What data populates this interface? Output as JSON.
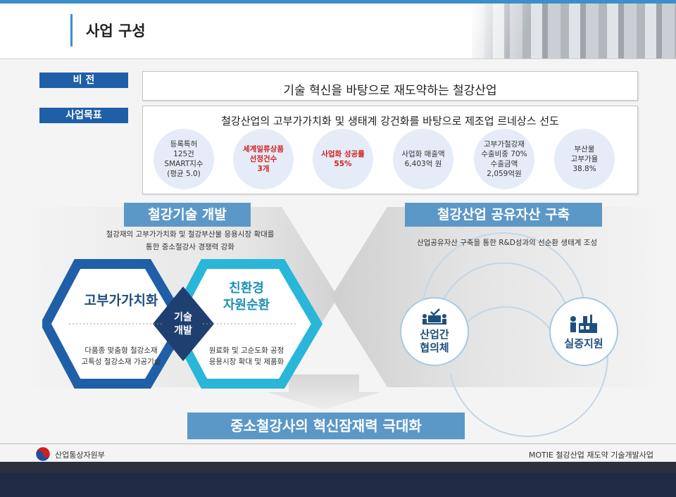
{
  "header": {
    "title": "사업 구성"
  },
  "vision": {
    "label": "비 전",
    "text": "기술 혁신을 바탕으로 재도약하는 철강산업"
  },
  "goal": {
    "label": "사업목표",
    "text": "철강산업의 고부가가치화 및 생태계 강건화를 바탕으로 제조업 르네상스 선도",
    "circles": [
      {
        "lines": [
          "등록특허",
          "125건",
          "SMART지수",
          "(평균 5.0)"
        ],
        "highlight": false
      },
      {
        "lines": [
          "세계일류상품",
          "선정건수",
          "3개"
        ],
        "highlight": true
      },
      {
        "lines": [
          "사업화 성공률",
          "55%"
        ],
        "highlight": true
      },
      {
        "lines": [
          "사업화 매출액",
          "6,403억 원"
        ],
        "highlight": false
      },
      {
        "lines": [
          "고부가철강재",
          "수출비중 70%",
          "수출금액",
          "2,059억원"
        ],
        "highlight": false
      },
      {
        "lines": [
          "부산물",
          "고부가율",
          "38.8%"
        ],
        "highlight": false
      }
    ]
  },
  "left_section": {
    "title": "철강기술 개발",
    "desc_line1": "철강재의 고부가가치화 및 철강부산물 응용시장 확대를",
    "desc_line2": "통한 중소철강사 경쟁력 강화",
    "hex1": {
      "title": "고부가가치화",
      "line1": "다품종 맞춤형 철강소재",
      "line2": "고특성 철강소재 가공기술"
    },
    "hex2": {
      "title_line1": "친환경",
      "title_line2": "자원순환",
      "line1": "원료화 및 고순도화 공정",
      "line2": "응용시장 확대 및 제품화"
    },
    "center_line1": "기술",
    "center_line2": "개발"
  },
  "right_section": {
    "title": "철강산업 공유자산 구축",
    "desc": "산업공유자산 구축을 통한 R&D성과의 선순환 생태계 조성",
    "item1": {
      "line1": "산업간",
      "line2": "협의체",
      "icon": "meeting-icon"
    },
    "item2": {
      "label": "실증지원",
      "icon": "worker-machine-icon"
    }
  },
  "result": {
    "text": "중소철강사의 혁신잠재력 극대화"
  },
  "footer": {
    "ministry": "산업통상자원부",
    "right_text": "MOTIE  철강산업 재도약 기술개발사업"
  },
  "colors": {
    "accent": "#1f5fa7",
    "banner": "#5b98c8",
    "hex_dark": "#1f5fa7",
    "hex_light": "#29b6d8",
    "highlight_red": "#d21e1e"
  }
}
